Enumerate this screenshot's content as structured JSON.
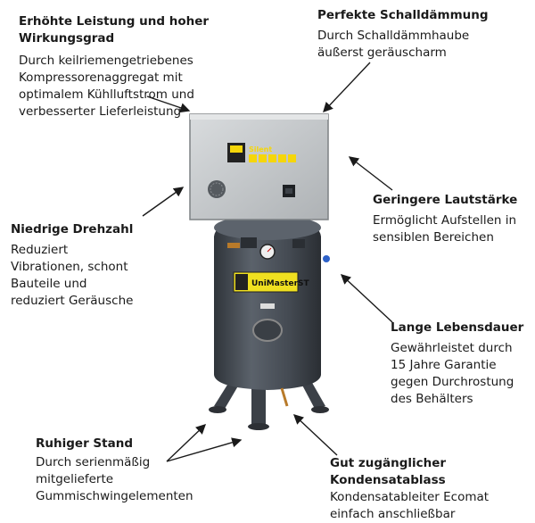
{
  "callouts": {
    "efficiency": {
      "title": "Erhöhte Leistung und hoher\nWirkungsgrad",
      "text": "Durch keilriemengetriebenes\nKompressorenaggregat mit\noptimalem Kühlluftstrom und\nverbesserter Lieferleistung"
    },
    "soundproof": {
      "title": "Perfekte Schalldämmung",
      "text": "Durch Schalldämmhaube\näußerst geräuscharm"
    },
    "volume": {
      "title": "Geringere Lautstärke",
      "text": "Ermöglicht Aufstellen in\nsensiblen Bereichen"
    },
    "speed": {
      "title": "Niedrige Drehzahl",
      "text": "Reduziert\nVibrationen, schont\nBauteile und\nreduziert Geräusche"
    },
    "lifetime": {
      "title": "Lange Lebensdauer",
      "text": "Gewährleistet durch\n15 Jahre Garantie\ngegen Durchrostung\ndes Behälters"
    },
    "stand": {
      "title": "Ruhiger Stand",
      "text": "Durch serienmäßig\nmitgelieferte\nGummischwingelementen"
    },
    "drain": {
      "title": "Gut zugänglicher\nKondensatablass",
      "text": "Kondensatableiter Ecomat\neinfach anschließbar"
    }
  },
  "product": {
    "hood_label": "Silent",
    "tank_label": "UniMasterST"
  },
  "colors": {
    "hood": "#c9ccce",
    "tank": "#4a5058",
    "accent_yellow": "#f5d60a",
    "arrow": "#1a1a1a"
  }
}
